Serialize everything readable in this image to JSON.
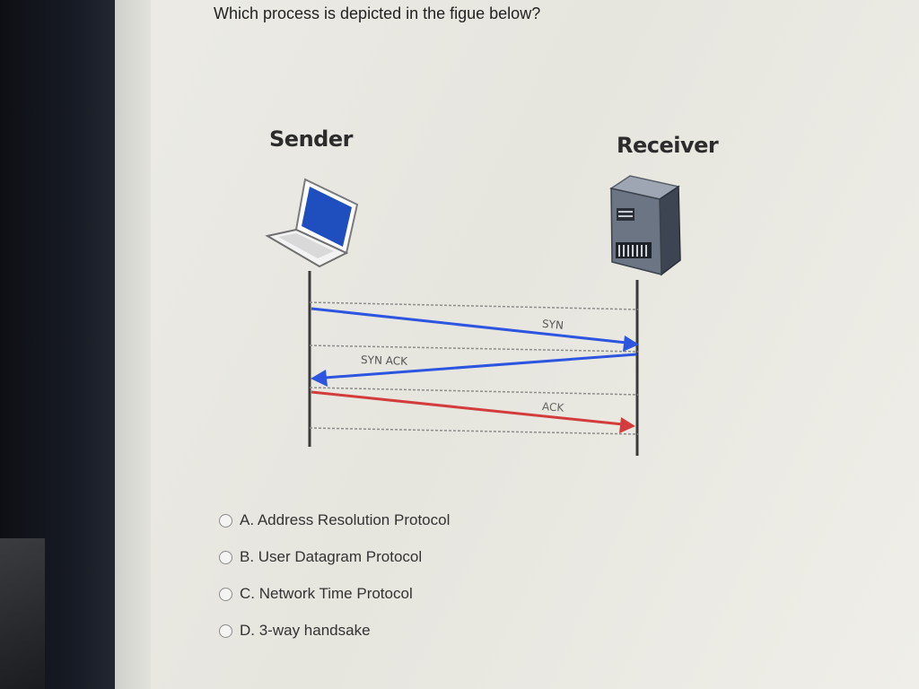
{
  "question": "Which process is depicted in the figue below?",
  "diagram": {
    "sender_label": "Sender",
    "receiver_label": "Receiver",
    "messages": [
      {
        "label": "SYN",
        "color": "#2d55e0"
      },
      {
        "label": "SYN ACK",
        "color": "#2d55e0"
      },
      {
        "label": "ACK",
        "color": "#d23c3c"
      }
    ]
  },
  "options": [
    {
      "label": "A. Address Resolution Protocol"
    },
    {
      "label": "B. User Datagram Protocol"
    },
    {
      "label": "C. Network Time Protocol"
    },
    {
      "label": "D. 3-way handsake"
    }
  ]
}
